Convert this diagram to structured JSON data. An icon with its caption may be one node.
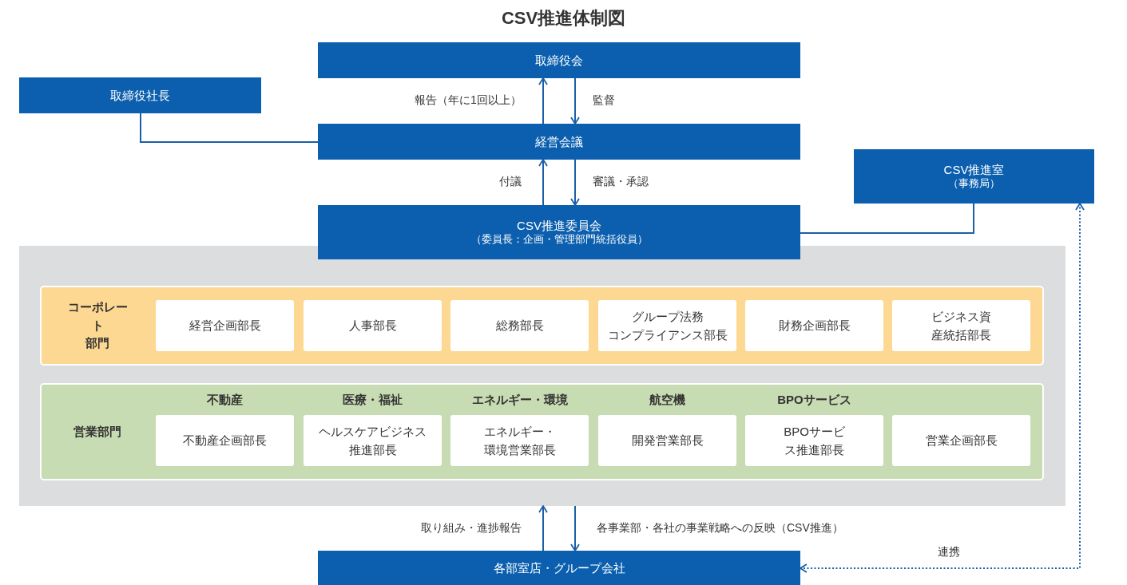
{
  "diagram": {
    "title": "CSV推進体制図",
    "nodes": [
      {
        "text": [
          "取締役会"
        ]
      },
      {
        "text": [
          "取締役社長"
        ]
      },
      {
        "text": [
          "経営会議"
        ]
      },
      {
        "text": [
          "CSV推進室",
          "（事務局）"
        ]
      },
      {
        "text": [
          "CSV推進委員会",
          "（委員長：企画・管理部門統括役員）"
        ]
      },
      {
        "text": [],
        "shape": "box"
      },
      {
        "text": [
          "コーポレート部門"
        ],
        "in": 5
      },
      {
        "text": [
          "経営企画部長"
        ],
        "in": 6
      },
      {
        "text": [
          "人事部長"
        ],
        "in": 6
      },
      {
        "text": [
          "総務部長"
        ],
        "in": 6
      },
      {
        "text": [
          "グループ法務コンプライアンス部長"
        ],
        "in": 6
      },
      {
        "text": [
          "財務企画部長"
        ],
        "in": 6
      },
      {
        "text": [
          "ビジネス資産統括部長"
        ],
        "in": 6
      },
      {
        "text": [
          "営業部門"
        ],
        "in": 5
      },
      {
        "text": [
          "不動産企画部長"
        ],
        "in": 13,
        "beside": [
          "不動産"
        ]
      },
      {
        "text": [
          "ヘルスケアビジネス推進部長"
        ],
        "in": 13,
        "beside": [
          "医療・福祉"
        ]
      },
      {
        "text": [
          "エネルギー・環境営業部長"
        ],
        "in": 13,
        "beside": [
          "エネルギー・環境"
        ]
      },
      {
        "text": [
          "開発営業部長"
        ],
        "in": 13,
        "beside": [
          "航空機"
        ]
      },
      {
        "text": [
          "BPOサービス推進部長"
        ],
        "in": 13,
        "beside": [
          "BPOサービス"
        ]
      },
      {
        "text": [
          "営業企画部長"
        ],
        "in": 13
      },
      {
        "text": [
          "各部室店・グループ会社"
        ]
      }
    ],
    "edges": [
      {
        "from": 2,
        "to": 0,
        "arrow": "to",
        "label": "報告（年に1回以上）"
      },
      {
        "from": 0,
        "to": 2,
        "arrow": "to",
        "label": "監督"
      },
      {
        "from": 1,
        "to": 2,
        "arrow": "none"
      },
      {
        "from": 4,
        "to": 2,
        "arrow": "to",
        "label": "付議"
      },
      {
        "from": 2,
        "to": 4,
        "arrow": "to",
        "label": "審議・承認"
      },
      {
        "from": 4,
        "to": 3,
        "arrow": "none"
      },
      {
        "from": 20,
        "to": 5,
        "arrow": "to",
        "label": "取り組み・進捗報告"
      },
      {
        "from": 5,
        "to": 20,
        "arrow": "to",
        "label": "各事業部・各社の事業戦略への反映（CSV推進）"
      },
      {
        "from": 3,
        "to": 20,
        "arrow": "both",
        "label": "連携",
        "style": "dashed"
      }
    ]
  }
}
